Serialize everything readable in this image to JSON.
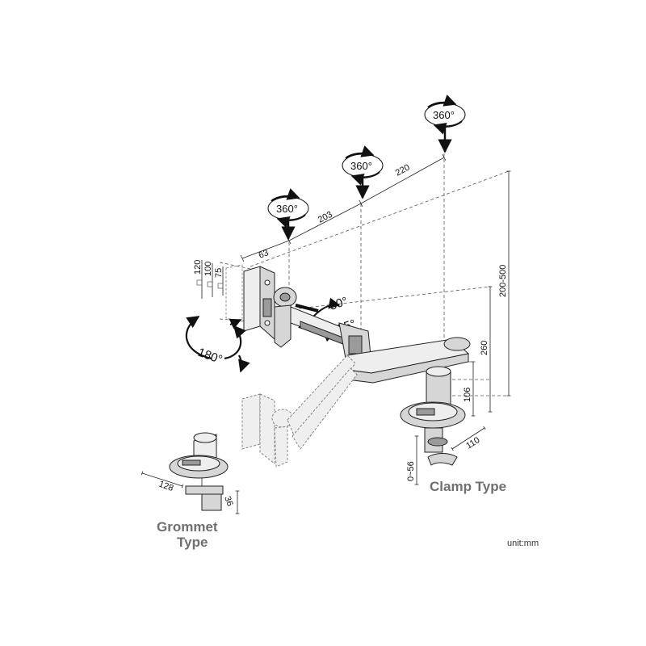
{
  "rotation_labels": {
    "top": "360°",
    "middle": "360°",
    "front": "360°"
  },
  "angles": {
    "tilt_up": "30°",
    "tilt_down": "25°",
    "rotate": "180°"
  },
  "dimensions": {
    "head_offset": "63",
    "arm_front": "203",
    "arm_rear": "220",
    "height_range": "200-500",
    "height_260": "260",
    "post_height": "106",
    "clamp_depth": "110",
    "clamp_range": "0~56",
    "grommet_base": "128",
    "grommet_thickness": "36",
    "vesa_120": "120",
    "vesa_100": "100",
    "vesa_75": "75"
  },
  "captions": {
    "clamp": "Clamp Type",
    "grommet_line1": "Grommet",
    "grommet_line2": "Type"
  },
  "unit": "unit:mm"
}
